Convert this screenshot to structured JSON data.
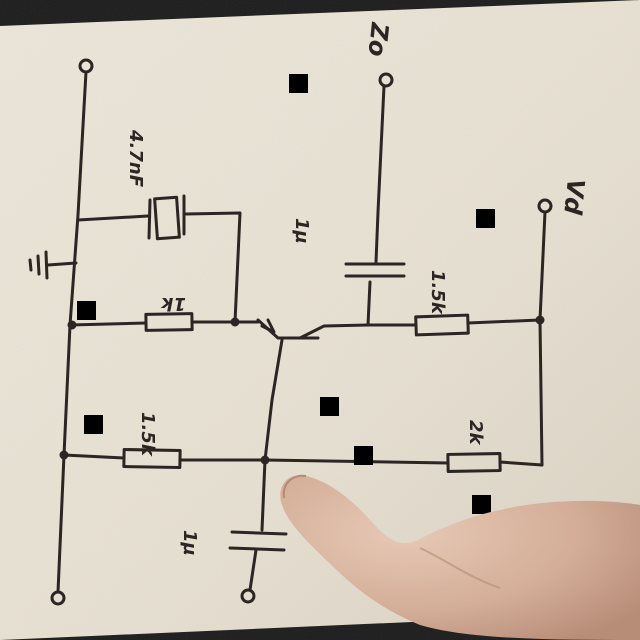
{
  "labels": {
    "supply_label": "Vd",
    "top_terminal_label": "Zo",
    "r_top_value": "1k",
    "r_right_top_value": "1.5k",
    "r_left_mid_value": "1.5k",
    "r_right_mid_value": "2k",
    "crystal_value": "4.7nF",
    "cap_collector_value": "1µ",
    "cap_bottom_value": "1µ"
  },
  "colors": {
    "paper": "#e9e3d6",
    "ink": "#2b2623",
    "skin": "#d8b6a2",
    "marker": "#000000"
  }
}
